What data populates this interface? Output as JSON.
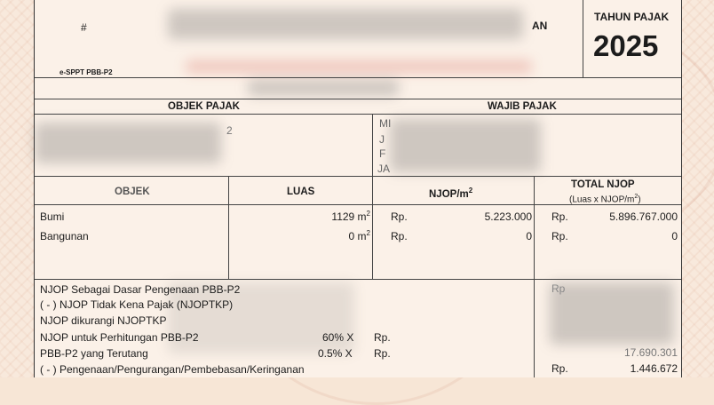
{
  "header": {
    "hash": "#",
    "fragment_an": "AN",
    "eSPPT_label": "e-SPPT PBB-P2",
    "tax_year_label": "TAHUN PAJAK",
    "tax_year": "2025"
  },
  "sections": {
    "object_heading": "OBJEK PAJAK",
    "taxpayer_heading": "WAJIB PAJAK"
  },
  "taxpayer_fragments": [
    "MI",
    "J",
    "F",
    "JA"
  ],
  "object_number_fragment": "2",
  "table": {
    "headers": {
      "objek": "OBJEK",
      "luas": "LUAS",
      "njop_m2": "NJOP/m",
      "njop_m2_sup": "2",
      "total_njop": "TOTAL NJOP",
      "total_njop_sub": "(Luas x NJOP/m",
      "total_njop_sub_sup": "2",
      "total_njop_sub_end": ")"
    },
    "rows": [
      {
        "objek": "Bumi",
        "luas": "1129 m",
        "luas_sup": "2",
        "rp1": "Rp.",
        "njop_m2": "5.223.000",
        "rp2": "Rp.",
        "total": "5.896.767.000"
      },
      {
        "objek": "Bangunan",
        "luas": "0 m",
        "luas_sup": "2",
        "rp1": "Rp.",
        "njop_m2": "0",
        "rp2": "Rp.",
        "total": "0"
      }
    ]
  },
  "summary": [
    {
      "label": "NJOP Sebagai Dasar Pengenaan PBB-P2",
      "pct": "",
      "rp": "",
      "rp_right": "Rp",
      "value": ""
    },
    {
      "label": "( - ) NJOP Tidak Kena Pajak (NJOPTKP)",
      "pct": "",
      "rp": "",
      "rp_right": "",
      "value": ""
    },
    {
      "label": "NJOP dikurangi NJOPTKP",
      "pct": "",
      "rp": "",
      "rp_right": "",
      "value": ""
    },
    {
      "label": "NJOP untuk Perhitungan PBB-P2",
      "pct": "60% X",
      "rp": "Rp.",
      "rp_right": "",
      "value": ""
    },
    {
      "label": "PBB-P2 yang Terutang",
      "pct": "0.5% X",
      "rp": "Rp.",
      "rp_right": "",
      "value": "17.690.301"
    },
    {
      "label": "( - ) Pengenaan/Pengurangan/Pembebasan/Keringanan",
      "pct": "",
      "rp": "",
      "rp_right": "Rp.",
      "value": "1.446.672"
    }
  ],
  "colors": {
    "paper": "#f8e9dc",
    "accent_red": "#d1463b",
    "ink": "#1c1c1c"
  }
}
